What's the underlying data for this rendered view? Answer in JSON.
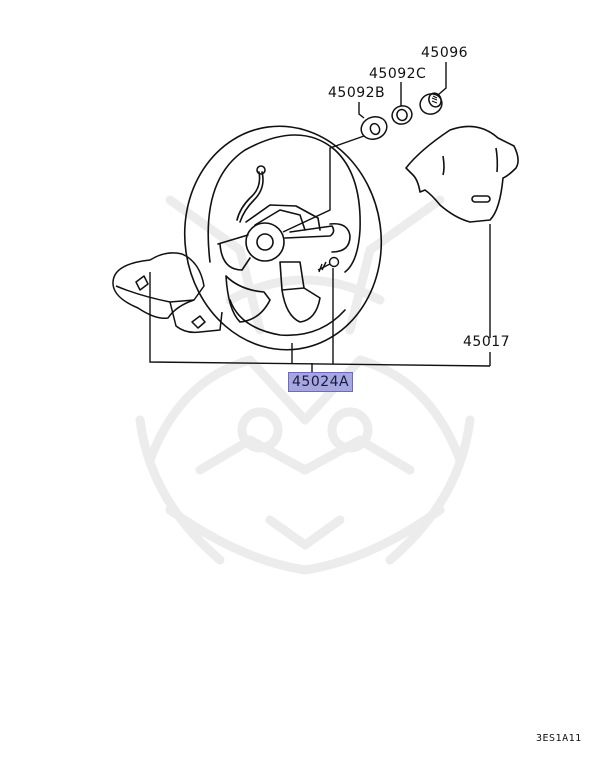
{
  "diagram": {
    "type": "exploded-parts-diagram",
    "subject": "steering wheel assembly",
    "reference_code": "3ES1A11",
    "watermark": "samurai-helmet-logo",
    "colors": {
      "line": "#111111",
      "highlight_fill": "#a6a6e0",
      "highlight_border": "#6b6bc4",
      "watermark": "#ececec"
    }
  },
  "parts": [
    {
      "id": "45096",
      "label": "45096",
      "part": "nut",
      "highlighted": false
    },
    {
      "id": "45092C",
      "label": "45092C",
      "part": "spring washer",
      "highlighted": false
    },
    {
      "id": "45092B",
      "label": "45092B",
      "part": "washer",
      "highlighted": false
    },
    {
      "id": "45017",
      "label": "45017",
      "part": "horn pad cover",
      "highlighted": false
    },
    {
      "id": "45024A",
      "label": "45024A",
      "part": "steering wheel assembly",
      "highlighted": true
    }
  ]
}
